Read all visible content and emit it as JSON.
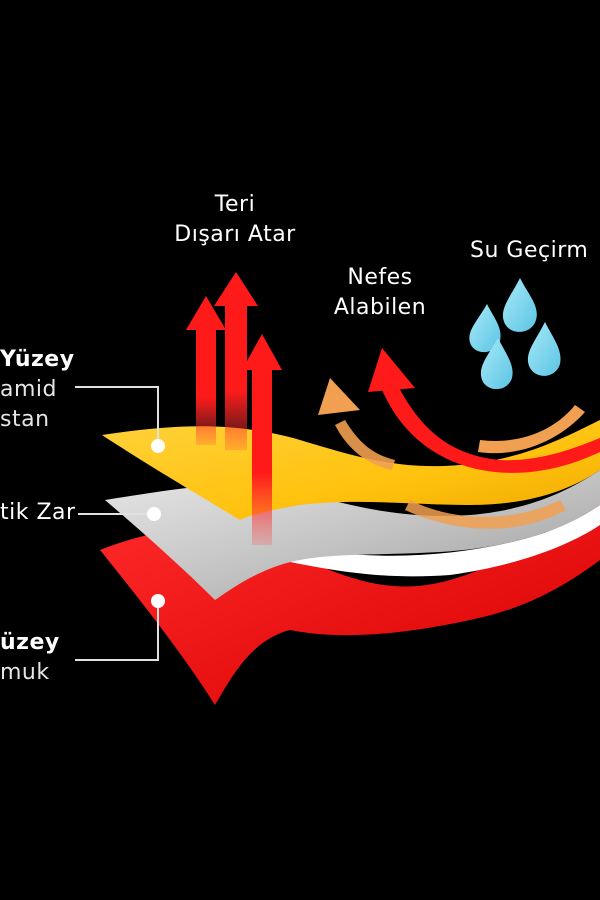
{
  "colors": {
    "background": "#000000",
    "outer_layer": "#ffc20e",
    "membrane_layer": "#c9c9c9",
    "inner_layer": "#ff0000",
    "arrow_red": "#ff1a1a",
    "arrow_orange": "#f0a050",
    "water_drop": "#7fd6ee",
    "text": "#ffffff"
  },
  "annotations": {
    "sweat": {
      "line1": "Teri",
      "line2": "Dışarı Atar"
    },
    "breathable": {
      "line1": "Nefes",
      "line2": "Alabilen"
    },
    "waterproof": {
      "line1": "Su Geçirm"
    }
  },
  "layers": {
    "outer": {
      "title": "Yüzey",
      "line2": "amid",
      "line3": "stan"
    },
    "middle": {
      "title": "tik Zar"
    },
    "inner": {
      "title": "üzey",
      "line2": "muk"
    }
  }
}
